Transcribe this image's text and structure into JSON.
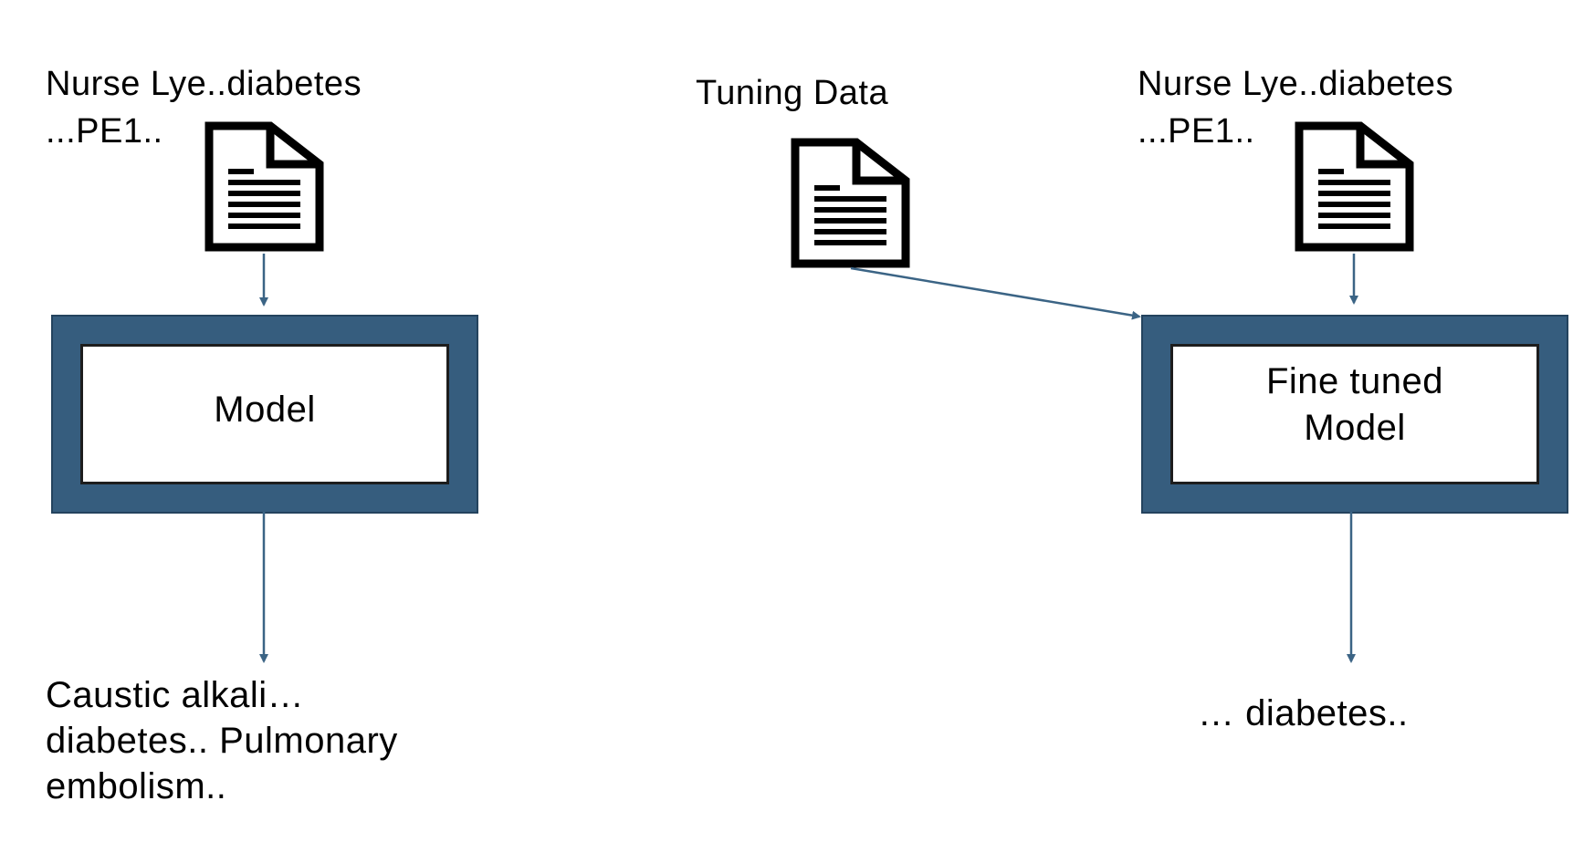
{
  "left": {
    "input_line1": "Nurse Lye..diabetes",
    "input_line2": "...PE1..",
    "model_label": "Model",
    "output_lines": [
      "Caustic alkali…",
      "diabetes.. Pulmonary",
      "embolism.."
    ]
  },
  "right": {
    "tuning_label": "Tuning Data",
    "input_line1": "Nurse Lye..diabetes",
    "input_line2": "...PE1..",
    "model_label_line1": "Fine tuned",
    "model_label_line2": "Model",
    "output_text": "… diabetes.."
  },
  "icons": {
    "left_input_doc": "document-icon",
    "tuning_doc": "document-icon",
    "right_input_doc": "document-icon"
  },
  "colors": {
    "frame": "#365d7e",
    "arrow": "#3b6485",
    "text": "#000000"
  }
}
